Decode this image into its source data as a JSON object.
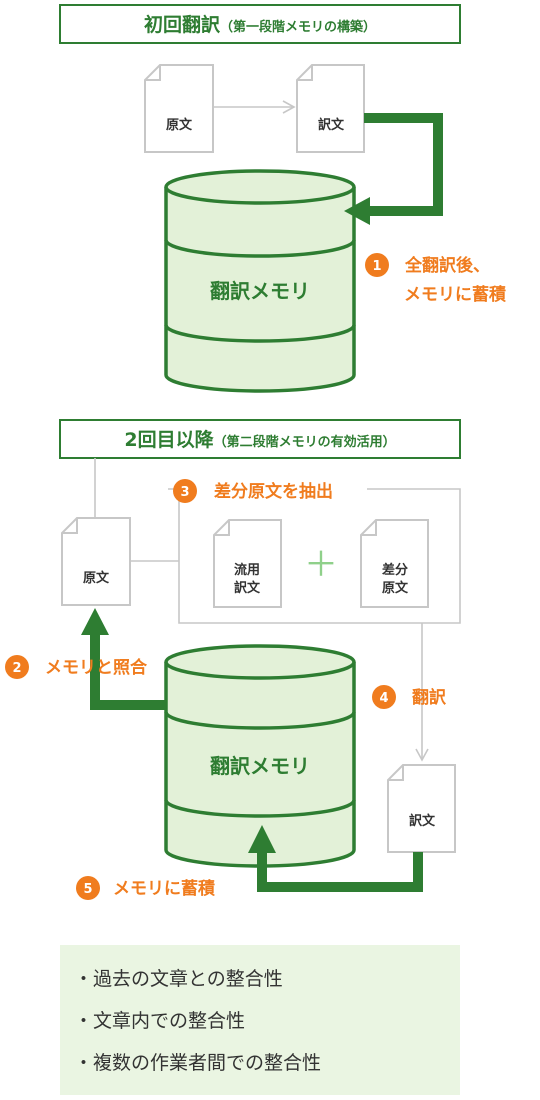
{
  "colors": {
    "brand_green": "#2e7d32",
    "arrow_green": "#2e7d32",
    "light_green": "#e3f1d8",
    "accent_orange": "#f07c1e",
    "gray_line": "#c7c7c7",
    "summary_bg": "#eaf5e2"
  },
  "section1": {
    "title": "初回翻訳",
    "subtitle": "（第一段階メモリの構築）",
    "doc_source": "原文",
    "doc_translation": "訳文",
    "db_label": "翻訳メモリ",
    "step1": {
      "num": "1",
      "line1": "全翻訳後、",
      "line2": "メモリに蓄積"
    }
  },
  "section2": {
    "title": "2回目以降",
    "subtitle": "（第二段階メモリの有効活用）",
    "doc_source": "原文",
    "doc_reuse_line1": "流用",
    "doc_reuse_line2": "訳文",
    "plus": "＋",
    "doc_diff_line1": "差分",
    "doc_diff_line2": "原文",
    "doc_translation": "訳文",
    "db_label": "翻訳メモリ",
    "step2": {
      "num": "2",
      "label": "メモリと照合"
    },
    "step3": {
      "num": "3",
      "label": "差分原文を抽出"
    },
    "step4": {
      "num": "4",
      "label": "翻訳"
    },
    "step5": {
      "num": "5",
      "label": "メモリに蓄積"
    }
  },
  "summary": {
    "items": [
      "・過去の文章との整合性",
      "・文章内での整合性",
      "・複数の作業者間での整合性"
    ]
  }
}
